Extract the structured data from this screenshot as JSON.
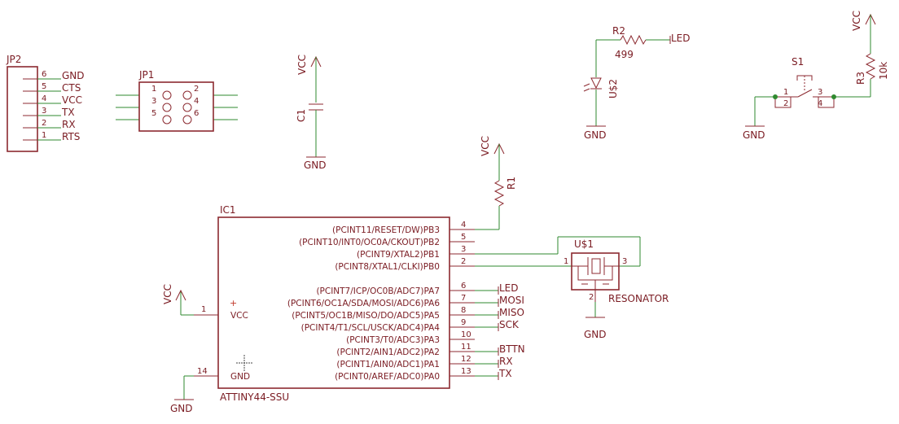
{
  "colors": {
    "part": "#8c2a30",
    "text": "#7a1b22",
    "wire": "#2f8a2f",
    "background": "#ffffff"
  },
  "jp2": {
    "ref": "JP2",
    "pins": [
      {
        "num": "6",
        "net": "GND"
      },
      {
        "num": "5",
        "net": "CTS"
      },
      {
        "num": "4",
        "net": "VCC"
      },
      {
        "num": "3",
        "net": "TX"
      },
      {
        "num": "2",
        "net": "RX"
      },
      {
        "num": "1",
        "net": "RTS"
      }
    ]
  },
  "jp1": {
    "ref": "JP1",
    "pins": [
      "1",
      "2",
      "3",
      "4",
      "5",
      "6"
    ]
  },
  "c1": {
    "ref": "C1",
    "vcc": "VCC",
    "gnd": "GND"
  },
  "r2": {
    "ref": "R2",
    "value": "499",
    "net": "LED"
  },
  "led": {
    "ref": "U$2",
    "gnd": "GND"
  },
  "s1": {
    "ref": "S1",
    "pins": [
      "1",
      "2",
      "3",
      "4"
    ],
    "gnd": "GND"
  },
  "r3": {
    "ref": "R3",
    "value": "10k",
    "vcc": "VCC"
  },
  "r1": {
    "ref": "R1",
    "vcc": "VCC"
  },
  "ic1": {
    "ref": "IC1",
    "part": "ATTINY44-SSU",
    "vcc_pin": "1",
    "vcc_name": "VCC",
    "gnd_pin": "14",
    "gnd_name": "GND",
    "vcc_net": "VCC",
    "gnd_net": "GND",
    "right_pins": [
      {
        "num": "4",
        "name": "(PCINT11/RESET/DW)PB3",
        "net": ""
      },
      {
        "num": "5",
        "name": "(PCINT10/INT0/OC0A/CKOUT)PB2",
        "net": ""
      },
      {
        "num": "3",
        "name": "(PCINT9/XTAL2)PB1",
        "net": ""
      },
      {
        "num": "2",
        "name": "(PCINT8/XTAL1/CLKI)PB0",
        "net": ""
      },
      {
        "num": "6",
        "name": "(PCINT7/ICP/OC0B/ADC7)PA7",
        "net": "LED"
      },
      {
        "num": "7",
        "name": "(PCINT6/OC1A/SDA/MOSI/ADC6)PA6",
        "net": "MOSI"
      },
      {
        "num": "8",
        "name": "(PCINT5/OC1B/MISO/DO/ADC5)PA5",
        "net": "MISO"
      },
      {
        "num": "9",
        "name": "(PCINT4/T1/SCL/USCK/ADC4)PA4",
        "net": "SCK"
      },
      {
        "num": "10",
        "name": "(PCINT3/T0/ADC3)PA3",
        "net": ""
      },
      {
        "num": "11",
        "name": "(PCINT2/AIN1/ADC2)PA2",
        "net": "BTTN"
      },
      {
        "num": "12",
        "name": "(PCINT1/AIN0/ADC1)PA1",
        "net": "RX"
      },
      {
        "num": "13",
        "name": "(PCINT0/AREF/ADC0)PA0",
        "net": "TX"
      }
    ]
  },
  "resonator": {
    "ref": "U$1",
    "name": "RESONATOR",
    "pins": [
      "1",
      "2",
      "3"
    ],
    "gnd": "GND"
  }
}
